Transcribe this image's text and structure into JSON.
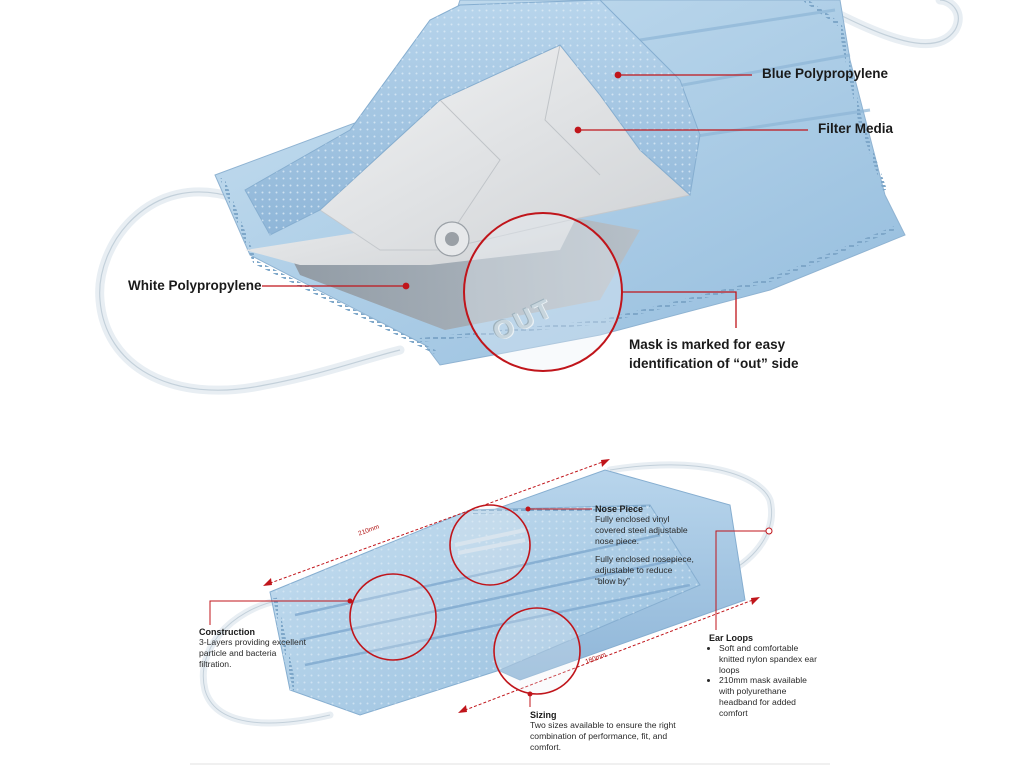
{
  "colors": {
    "accent_red": "#c0151b",
    "mask_blue": "#a9cbe6",
    "mask_blue_dark": "#7fa9cf",
    "filter_white": "#e2e4e6",
    "ear_loop": "#eef3f7"
  },
  "top_diagram": {
    "labels": {
      "blue_polypropylene": "Blue Polypropylene",
      "filter_media": "Filter Media",
      "white_polypropylene": "White Polypropylene",
      "out_side_line1": "Mask is marked for easy",
      "out_side_line2": "identification of “out” side"
    },
    "embossed_text": "OUT"
  },
  "bottom_diagram": {
    "dimension_210": "210mm",
    "dimension_180": "180mm",
    "nose_piece": {
      "title": "Nose Piece",
      "text1": "Fully enclosed vinyl covered steel adjustable nose piece.",
      "text2": "Fully enclosed nosepiece, adjustable to reduce “blow by”"
    },
    "construction": {
      "title": "Construction",
      "text": "3-Layers providing excellent particle and bacteria filtration."
    },
    "ear_loops": {
      "title": "Ear Loops",
      "bullet1": "Soft and comfortable knitted nylon spandex ear loops",
      "bullet2": "210mm mask available with polyurethane headband for added comfort"
    },
    "sizing": {
      "title": "Sizing",
      "text": "Two sizes available to ensure the right combination of performance, fit, and comfort."
    }
  }
}
